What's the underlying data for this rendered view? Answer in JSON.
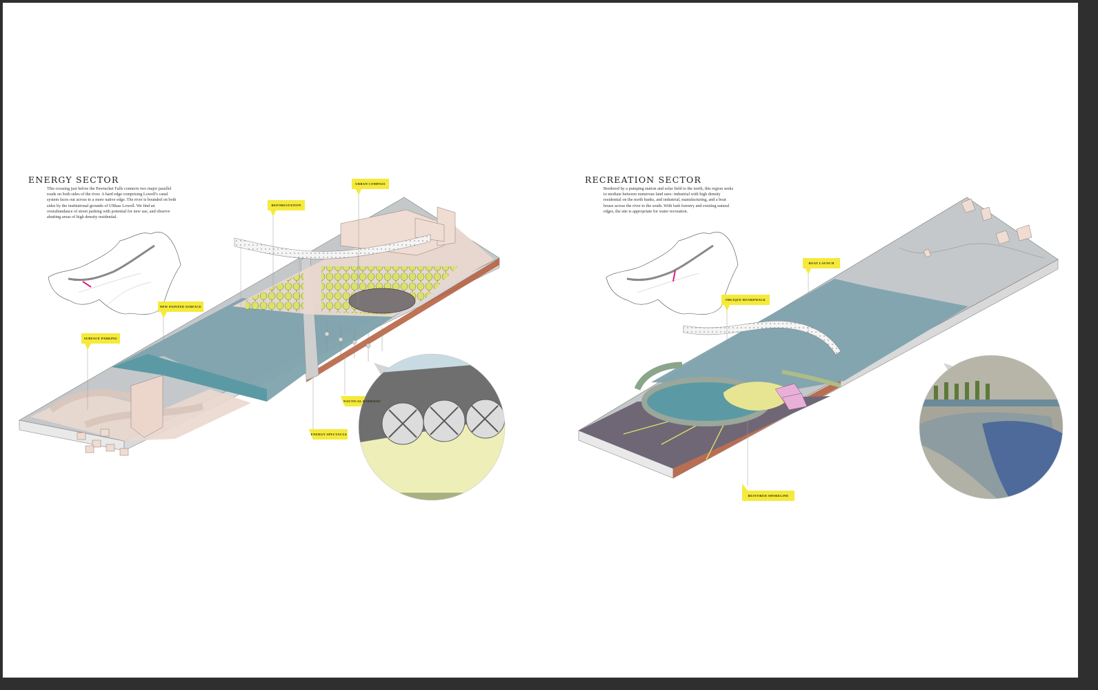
{
  "sectors": [
    {
      "title": "ENERGY SECTOR",
      "description": "This crossing just below the Pawtucket Falls connects two major parallel roads on both sides of the river. A hard edge comprising Lowell's canal system faces out across to a more native edge. The river is bounded on both sides by the institutional grounds of UMass Lowell. We find an overabundance of street parking with potential for new use, and observe abutting areas of high density residential.",
      "labels": {
        "reforestation": "REFORESTATION",
        "urban_compass": "URBAN COMPASS",
        "new_painted_surface": "NEW PAINTED SURFACE",
        "surface_parking": "SURFACE PARKING",
        "nautical_barriers": "NAUTICAL BARRIERS",
        "energy_spectacle": "ENERGY SPECTACLE"
      }
    },
    {
      "title": "RECREATION SECTOR",
      "description": "Bordered by a pumping station and solar field to the north, this region seeks to mediate between numerous land uses: industrial with high density residential on the north banks, and industrial, manufacturing, and a boat house across the river to the south. With lush forestry and existing natural edges, the site is appropriate for water recreation.",
      "labels": {
        "boat_launch": "BOAT LAUNCH",
        "oblique_boardwalk": "OBLIQUE BOARDWALK",
        "restored_shoreline": "RESTORED SHORELINE"
      }
    }
  ],
  "colors": {
    "frame": "#2f2f2f",
    "paper": "#ffffff",
    "water": "#7fa3ad",
    "teal": "#5b9aa4",
    "ground": "#bfc4c6",
    "paving": "#ead8cf",
    "tree": "#d7e36a",
    "callout": "#f5ea3c",
    "plum": "#6f6775",
    "brick": "#b35a3a",
    "pink": "#e8b0d8"
  }
}
